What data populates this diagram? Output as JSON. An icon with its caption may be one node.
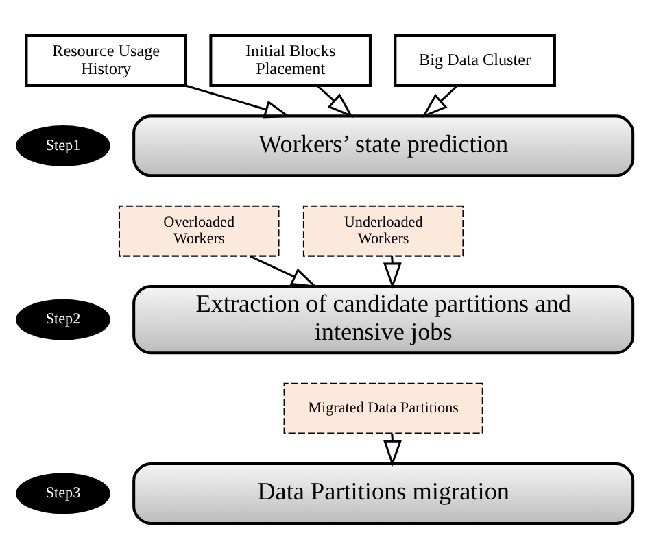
{
  "diagram": {
    "nodes": [
      {
        "text": [
          "Resource Usage History"
        ]
      },
      {
        "text": [
          "Initial Blocks Placement"
        ]
      },
      {
        "text": [
          "Big Data Cluster"
        ]
      },
      {
        "text": [
          "Step1"
        ]
      },
      {
        "text": [
          "Workers’ state prediction"
        ]
      },
      {
        "text": [
          "Overloaded Workers"
        ]
      },
      {
        "text": [
          "Underloaded Workers"
        ]
      },
      {
        "text": [
          "Step2"
        ]
      },
      {
        "text": [
          "Extraction of candidate partitions and intensive  jobs"
        ]
      },
      {
        "text": [
          "Migrated Data Partitions"
        ]
      },
      {
        "text": [
          "Step3"
        ]
      },
      {
        "text": [
          "Data Partitions migration"
        ]
      }
    ],
    "edges": [
      {
        "from": 0,
        "to": 4,
        "arrow": "to"
      },
      {
        "from": 1,
        "to": 4,
        "arrow": "to"
      },
      {
        "from": 2,
        "to": 4,
        "arrow": "to"
      },
      {
        "from": 5,
        "to": 8,
        "arrow": "to"
      },
      {
        "from": 6,
        "to": 8,
        "arrow": "to"
      },
      {
        "from": 9,
        "to": 11,
        "arrow": "to"
      }
    ]
  }
}
